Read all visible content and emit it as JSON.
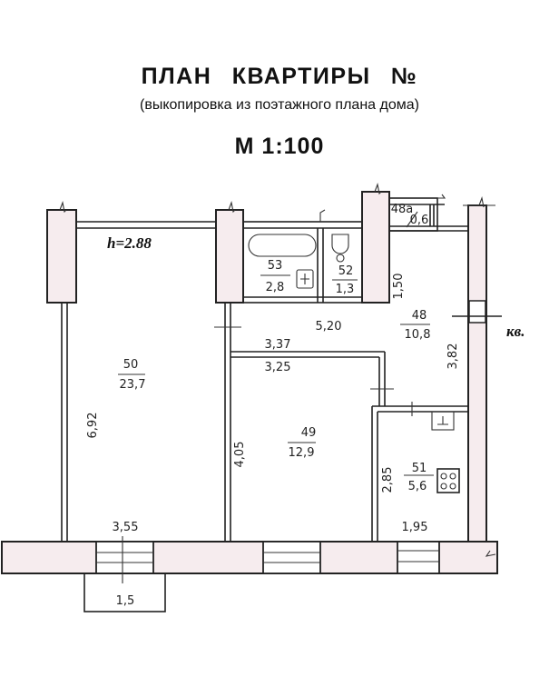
{
  "header": {
    "title": "ПЛАН КВАРТИРЫ №",
    "subtitle": "(выкопировка из поэтажного плана дома)",
    "scale": "М 1:100"
  },
  "plan": {
    "ceiling_height": "h=2.88",
    "apartment_marker": "кв.",
    "rooms": [
      {
        "id": "50",
        "area": "23,7"
      },
      {
        "id": "49",
        "area": "12,9"
      },
      {
        "id": "48",
        "area": "10,8"
      },
      {
        "id": "48а",
        "area": "0,6"
      },
      {
        "id": "51",
        "area": "5,6"
      },
      {
        "id": "52",
        "area": "1,3"
      },
      {
        "id": "53",
        "area": "2,8"
      }
    ],
    "dimensions": {
      "room50_height": "6,92",
      "room50_width": "3,55",
      "room49_height": "4,05",
      "hall_width_top": "3,37",
      "room49_width": "3,25",
      "hall_length": "5,20",
      "hall_depth": "1,50",
      "hall_right": "3,82",
      "kitchen_height": "2,85",
      "kitchen_width": "1,95",
      "balcony_width": "1,5"
    }
  }
}
